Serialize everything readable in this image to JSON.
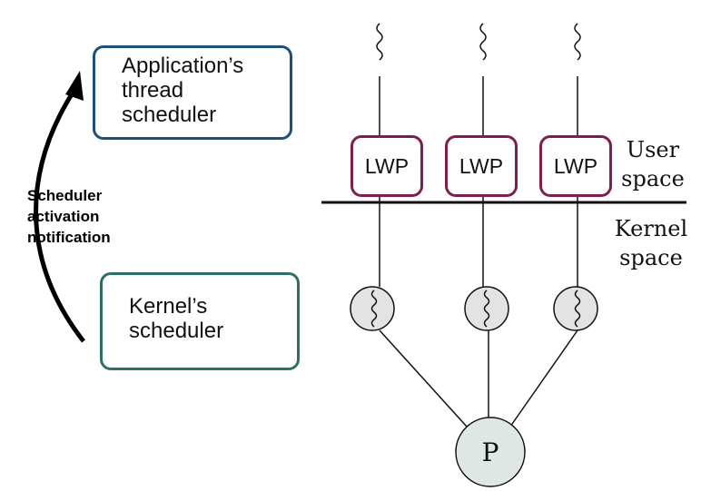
{
  "application_scheduler": {
    "lines": [
      "Application’s",
      "thread",
      "scheduler"
    ]
  },
  "kernel_scheduler": {
    "lines": [
      "Kernel’s",
      "scheduler"
    ]
  },
  "activation_notification": {
    "lines": [
      "Scheduler",
      "activation",
      "notification"
    ]
  },
  "lwps": [
    {
      "label": "LWP"
    },
    {
      "label": "LWP"
    },
    {
      "label": "LWP"
    }
  ],
  "user_space": {
    "lines": [
      "User",
      "space"
    ]
  },
  "kernel_space": {
    "lines": [
      "Kernel",
      "space"
    ]
  },
  "processor": {
    "label": "P"
  },
  "colors": {
    "application_box_border": "#1f4e79",
    "kernel_box_border": "#2f6f66",
    "lwp_border": "#7b1f4e",
    "kernel_thread_fill": "#e3e3e3",
    "processor_fill": "#dfe7e5",
    "arrow": "#000000"
  }
}
